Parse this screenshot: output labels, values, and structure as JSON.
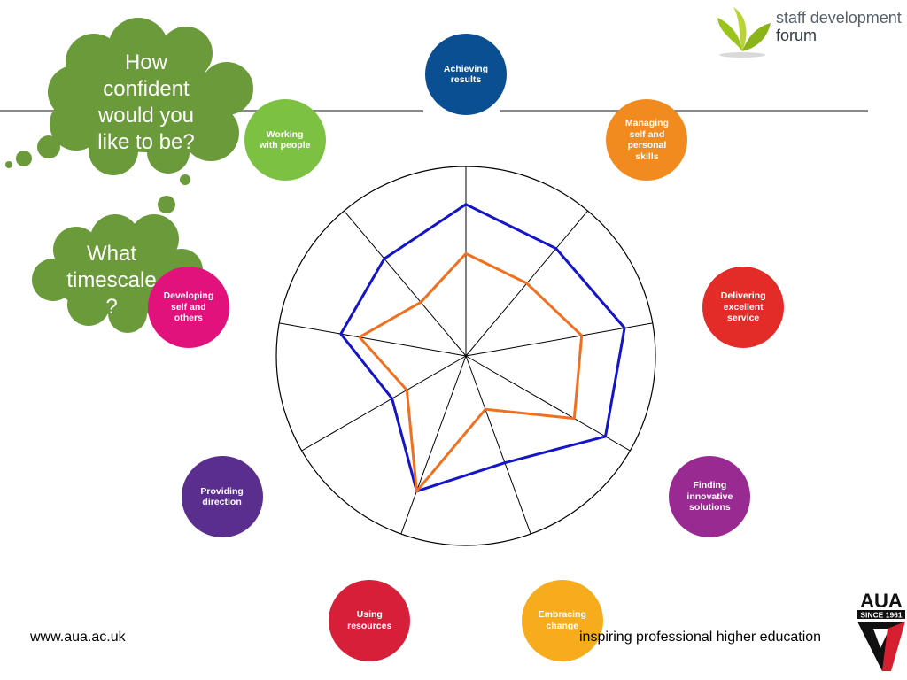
{
  "logo": {
    "line1": "staff development",
    "line2": "forum"
  },
  "clouds": {
    "confidence_question": "How confident would you like to be?",
    "timescale_question": "What timescale ?"
  },
  "categories": [
    {
      "label": "Achieving results",
      "color": "#0a4f92"
    },
    {
      "label": "Managing self and personal skills",
      "color": "#f18b1f"
    },
    {
      "label": "Delivering excellent service",
      "color": "#e32b28"
    },
    {
      "label": "Finding innovative solutions",
      "color": "#992a91"
    },
    {
      "label": "Embracing change",
      "color": "#f6ac1c"
    },
    {
      "label": "Using resources",
      "color": "#d71f3a"
    },
    {
      "label": "Providing direction",
      "color": "#5a2e8c"
    },
    {
      "label": "Developing self and others",
      "color": "#e2127d"
    },
    {
      "label": "Working with people",
      "color": "#7dc142"
    }
  ],
  "chart_data": {
    "type": "radar",
    "axes": [
      "Achieving results",
      "Managing self and personal skills",
      "Delivering excellent service",
      "Finding innovative solutions",
      "Embracing change",
      "Using resources",
      "Providing direction",
      "Developing self and others",
      "Working with people"
    ],
    "series": [
      {
        "color": "#1414c8",
        "values": [
          0.8,
          0.74,
          0.85,
          0.85,
          0.6,
          0.76,
          0.45,
          0.67,
          0.67
        ]
      },
      {
        "color": "#f07020",
        "values": [
          0.54,
          0.5,
          0.62,
          0.66,
          0.3,
          0.76,
          0.36,
          0.57,
          0.37
        ]
      }
    ]
  },
  "footer": {
    "url": "www.aua.ac.uk",
    "tagline": "inspiring professional higher education"
  },
  "aua_logo": {
    "name": "AUA",
    "since": "SINCE 1961"
  }
}
